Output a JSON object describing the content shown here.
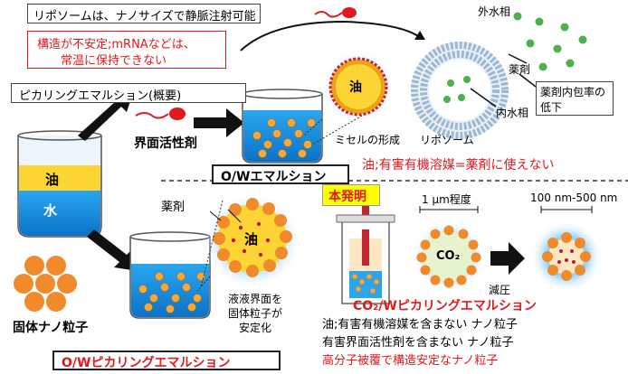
{
  "top": {
    "liposome_note": "リポソームは、ナノサイズで静脈注射可能",
    "unstable_note_line1": "構造が不安定;mRNAなどは、",
    "unstable_note_line2": "常温に保持できない",
    "pickering_overview": "ピカリングエマルション(概要)",
    "surfactant_label": "界面活性剤",
    "micelle_formation": "ミセルの形成",
    "liposome_label": "リポソーム",
    "oil_label": "油",
    "water_label": "水",
    "outer_water": "外水相",
    "inner_water": "内水相",
    "drug": "薬剤",
    "encapsulation_line1": "薬剤内包率の",
    "encapsulation_line2": "低下",
    "ow_emulsion": "O/Wエマルション",
    "oil_warning": "油;有害有機溶媒=薬剤に使えない"
  },
  "bottom": {
    "drug": "薬剤",
    "oil_label": "油",
    "solid_nanoparticle": "固体ナノ粒子",
    "interface_line1": "液液界面を",
    "interface_line2": "固体粒子が",
    "interface_line3": "安定化",
    "ow_pickering": "O/Wピカリングエマルション",
    "invention_badge": "本発明",
    "size_1um": "1 μm程度",
    "size_nm": "100 nm-500 nm",
    "co2_label": "CO₂",
    "decompression": "減圧",
    "co2_pickering": "CO₂/Wピカリングエマルション",
    "feature1": "油;有害有機溶媒を含まない ナノ粒子",
    "feature2": "有害界面活性剤を含まない ナノ粒子",
    "feature3": "高分子被覆で構造安定なナノ粒子"
  },
  "colors": {
    "accent_red": "#e0191e",
    "oil_yellow": "#fcd535",
    "water_blue": "#1e9ee8",
    "particle_orange": "#f08a2a",
    "drug_green": "#4caf50"
  }
}
